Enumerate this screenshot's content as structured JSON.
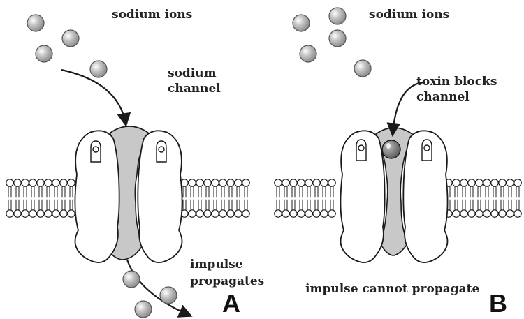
{
  "panels": [
    {
      "letter": "A",
      "ions_label": "sodium ions",
      "channel_label_line1": "sodium",
      "channel_label_line2": "channel",
      "result_line1": "impulse",
      "result_line2": "propagates"
    },
    {
      "letter": "B",
      "ions_label": "sodium ions",
      "toxin_label_line1": "toxin blocks",
      "toxin_label_line2": "channel",
      "result": "impulse cannot propagate"
    }
  ],
  "colors": {
    "ion": "#a8a8a8",
    "pore": "#c8c8c8",
    "toxin": "#7a7a7a",
    "line": "#1a1a1a"
  }
}
